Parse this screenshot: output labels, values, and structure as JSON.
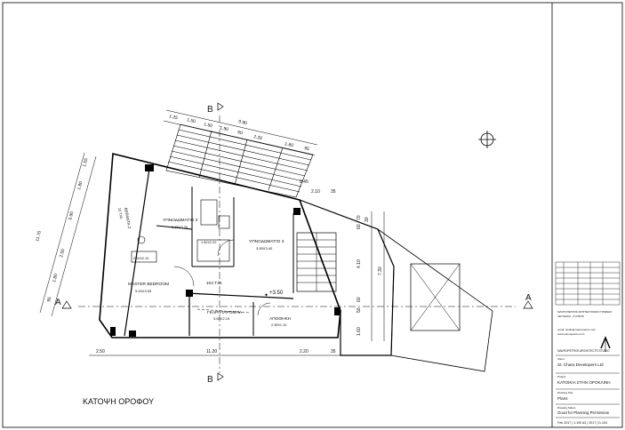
{
  "plan": {
    "title": "ΚΑΤΟΨΗ ΟΡΟΦΟΥ",
    "section_mark_a": "A",
    "section_mark_b": "B",
    "rooms": {
      "veranda": "ΒΕΡΑΝΤΑ 2",
      "veranda_area": "16 T.M.",
      "bedroom2": "ΥΠΝΟΔΩΜΑΤΙΟ 2",
      "bedroom2_dims": "3.65X3.20",
      "bedroom3": "ΥΠΝΟΔΩΜΑΤΙΟ 3",
      "bedroom3_dims": "3.55X3.40",
      "bath_dims": "1.50X2.20",
      "ensuite_dims": "2.00X2.10",
      "master": "MASTER BEDROOM",
      "master_dims": "5.00X3.55",
      "area_total": "104 T.M.",
      "level": "+3.50",
      "wardrobe": "ΓΚΑΡΝΤΑΡΟΜΠΑ",
      "wardrobe_dims": "3.65X2.15",
      "storage": "ΑΠΟΘΗΚΗ",
      "storage_dims": "2.35X1.10"
    },
    "dims_top": [
      "1.25",
      "1.50",
      "1.50",
      "1.90",
      "60",
      "2.20",
      "1.60",
      "95"
    ],
    "dims_top_total": "9.90",
    "dims_right_top": [
      "2.45",
      "2.10",
      "35"
    ],
    "dims_left": [
      "1.55",
      "1.80",
      "3.90",
      "2.50",
      "1.80",
      "95"
    ],
    "dims_left_total": "11.70",
    "dims_right": [
      "70",
      "60",
      "30",
      "4.10",
      "60",
      "50",
      "1.60"
    ],
    "dims_right_total": "7.30",
    "dims_bottom": [
      "2.50",
      "11.20",
      "2.20",
      "35"
    ]
  },
  "title_block": {
    "firm": "MAVROPETROS ARCHITECTS STUDIO",
    "firm_header": "ΜΑΥΡΟΠΕΤΡΟΣ ΑΡΧΙΤΕΚΤΟΝΙΚΟ ΓΡΑΦΕΙΟ",
    "firm_address": "ΛΕΥΚΩΣΙΑ - ΚΥΠΡΟΣ",
    "email": "email: studio@mavropetros.com",
    "web": "www.mavropetros.com",
    "client_label": "Client",
    "client": "St. Chara Developers Ltd",
    "project_label": "Project",
    "project": "ΚΑΤΟΙΚΙΑ ΣΤΗΝ ΟΡΟΚΛΙΝΗ",
    "drawing_label": "Drawing Title",
    "drawing": "Plans",
    "status_label": "Drawing Status",
    "status": "Good for Planning Permission",
    "footer": "Feb 2017 | 1:100 A3 | 2017 | D-104"
  }
}
